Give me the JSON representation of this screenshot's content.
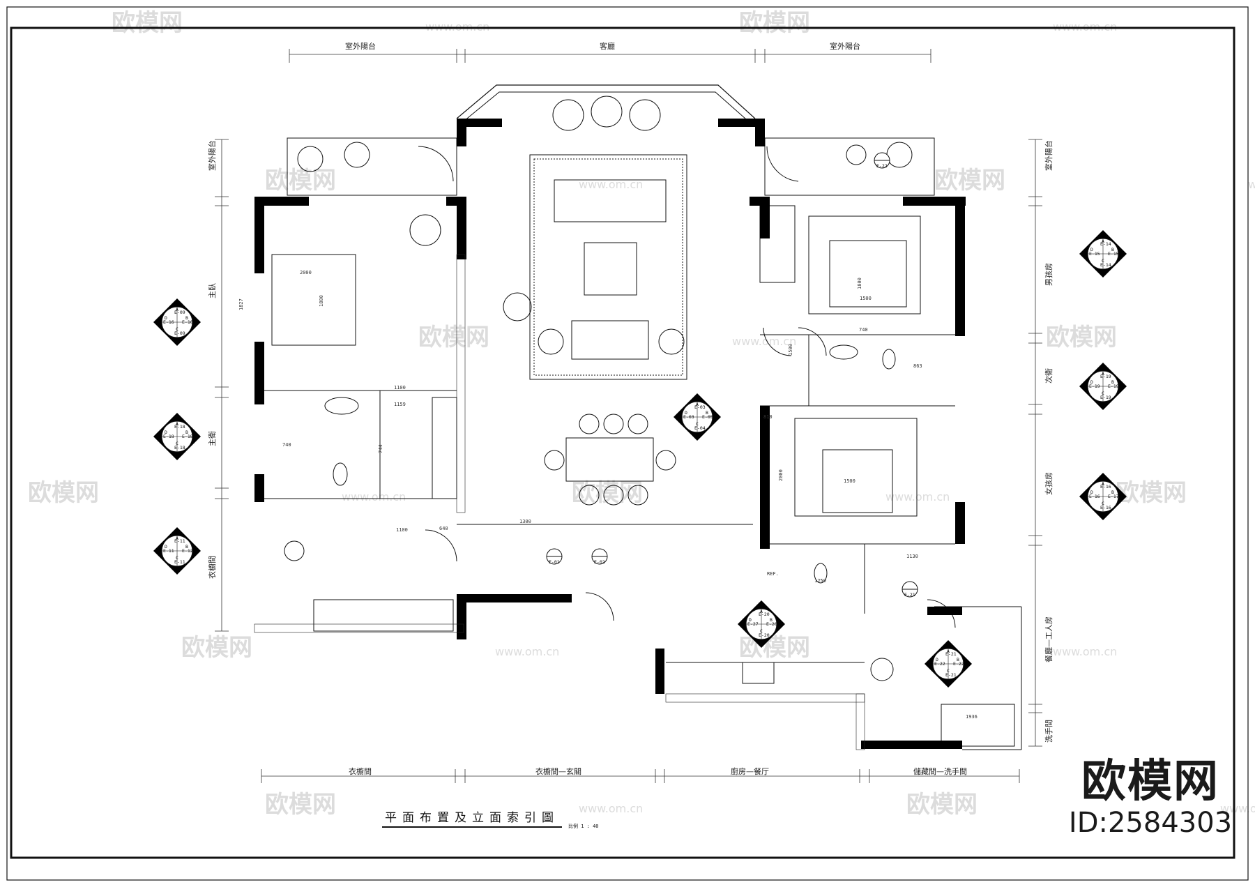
{
  "drawing": {
    "title": "平面布置及立面索引圖",
    "scale": "比例 1 : 40"
  },
  "watermark": {
    "brand": "欧模网",
    "site": "www.om.cn",
    "id": "ID:2584303"
  },
  "top_labels": [
    "室外陽台",
    "客廳",
    "室外陽台"
  ],
  "bottom_labels": [
    "衣櫥間",
    "衣櫥間—玄關",
    "廚房—餐厅",
    "儲藏間—洗手間"
  ],
  "left_labels": [
    "室外陽台",
    "主臥",
    "主衛",
    "衣櫥間"
  ],
  "right_labels": [
    "室外陽台",
    "男孩房",
    "次衛",
    "女孩房",
    "餐廳—工人房",
    "洗手間"
  ],
  "room_notes": [
    "REF."
  ],
  "dimensions": [
    "2000",
    "1800",
    "1827",
    "1100",
    "740",
    "744",
    "1159",
    "1100",
    "640",
    "1300",
    "1800",
    "1500",
    "1500",
    "2000",
    "1500",
    "1250",
    "863",
    "810",
    "1130",
    "1936",
    "740"
  ],
  "tags": [
    {
      "id": "E-09",
      "labels": [
        "E-09",
        "E-10",
        "E-09",
        "E-16"
      ]
    },
    {
      "id": "E-18",
      "labels": [
        "E-18",
        "E-18",
        "E-18",
        "E-18"
      ]
    },
    {
      "id": "E-11",
      "labels": [
        "E-11",
        "E-12",
        "E-11",
        "E-11"
      ]
    },
    {
      "id": "E-03",
      "labels": [
        "E-03",
        "E-05",
        "E-04",
        "E-03"
      ]
    },
    {
      "id": "E-14",
      "labels": [
        "E-14",
        "E-15",
        "E-14",
        "E-15"
      ]
    },
    {
      "id": "E-19",
      "labels": [
        "E-19",
        "E-19",
        "E-19",
        "E-19"
      ]
    },
    {
      "id": "E-16",
      "labels": [
        "E-16",
        "E-17",
        "E-16",
        "E-16"
      ]
    },
    {
      "id": "E-20",
      "labels": [
        "E-20",
        "E-20",
        "E-20",
        "E-27"
      ]
    },
    {
      "id": "E-21",
      "labels": [
        "E-21",
        "E-22",
        "E-21",
        "E-22"
      ]
    }
  ],
  "section_marks": [
    "E-01",
    "E-02",
    "E-21",
    "E-22"
  ]
}
